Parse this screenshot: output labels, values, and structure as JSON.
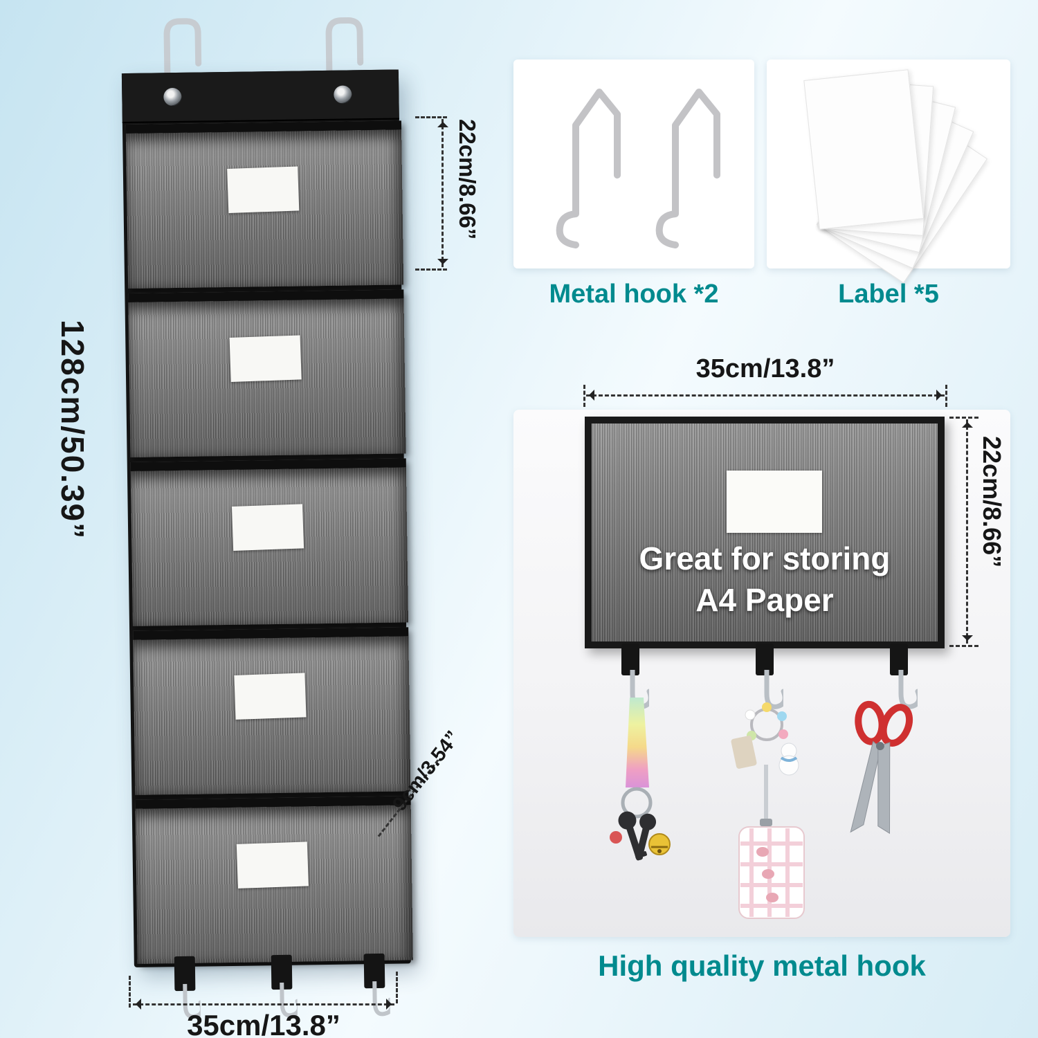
{
  "colors": {
    "accent_teal": "#008a8e",
    "dimension_text": "#161616",
    "background_blue": "#c6e4f1",
    "fabric_gray": "#7f7f7f",
    "trim_black": "#141414"
  },
  "dimensions": {
    "pocket_height": "22cm/8.66”",
    "organizer_height": "128cm/50.39”",
    "bottom_pocket_depth": "9cm/3.54”",
    "organizer_width": "35cm/13.8”",
    "closeup_width": "35cm/13.8”",
    "closeup_height": "22cm/8.66”"
  },
  "captions": {
    "metal_hook": "Metal hook *2",
    "labels": "Label *5",
    "hook_quality": "High quality metal hook"
  },
  "closeup_overlay": {
    "line1": "Great for storing",
    "line2": "A4 Paper"
  },
  "icons": {
    "over_door_hook": "silver-over-door-hook",
    "grommet": "metal-ring",
    "j_hook": "j-shaped-metal-hook",
    "label_card": "blank-white-label",
    "scissors": "red-handled-scissors",
    "keychain": "rainbow-lanyard-keys-bell",
    "charm_card": "bead-ring-and-plaid-card"
  }
}
